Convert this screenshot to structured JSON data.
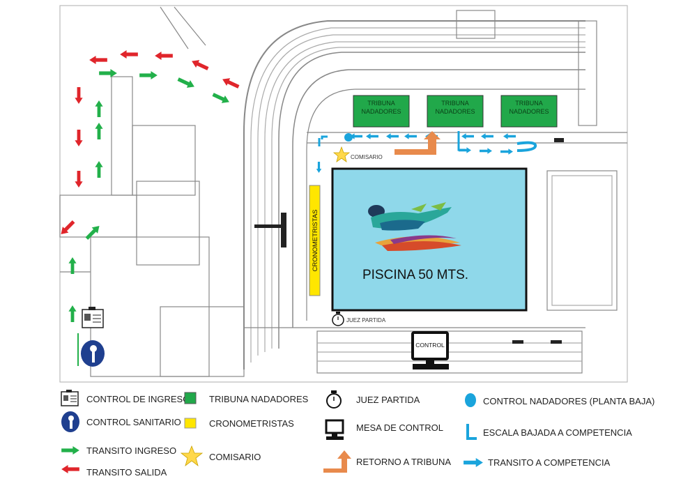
{
  "colors": {
    "ingress": "#22b04a",
    "exit": "#e0252b",
    "competition": "#1aa4dc",
    "return": "#e88a4c",
    "tribune": "#21a84a",
    "timekeepers": "#ffe600",
    "pool": "#8fd8ea",
    "sanitary": "#1f3f8f"
  },
  "map": {
    "tribunes": [
      "TRIBUNA NADADORES",
      "TRIBUNA NADADORES",
      "TRIBUNA NADADORES"
    ],
    "pool_label": "PISCINA 50 MTS.",
    "timekeepers_label": "CRONOMETRISTAS",
    "comisario_label": "COMISARIO",
    "juez_label": "JUEZ PARTIDA",
    "control_label": "CONTROL"
  },
  "legend": {
    "control_ingreso": "CONTROL DE INGRESO",
    "control_sanitario": "CONTROL SANITARIO",
    "transito_ingreso": "TRANSITO INGRESO",
    "transito_salida": "TRANSITO SALIDA",
    "tribuna": "TRIBUNA  NADADORES",
    "cronometristas": "CRONOMETRISTAS",
    "comisario": "COMISARIO",
    "juez": "JUEZ PARTIDA",
    "mesa": "MESA DE CONTROL",
    "retorno": "RETORNO A TRIBUNA",
    "control_nadadores": "CONTROL NADADORES (PLANTA BAJA)",
    "escala": "ESCALA BAJADA A COMPETENCIA",
    "transito_competencia": "TRANSITO A COMPETENCIA"
  }
}
